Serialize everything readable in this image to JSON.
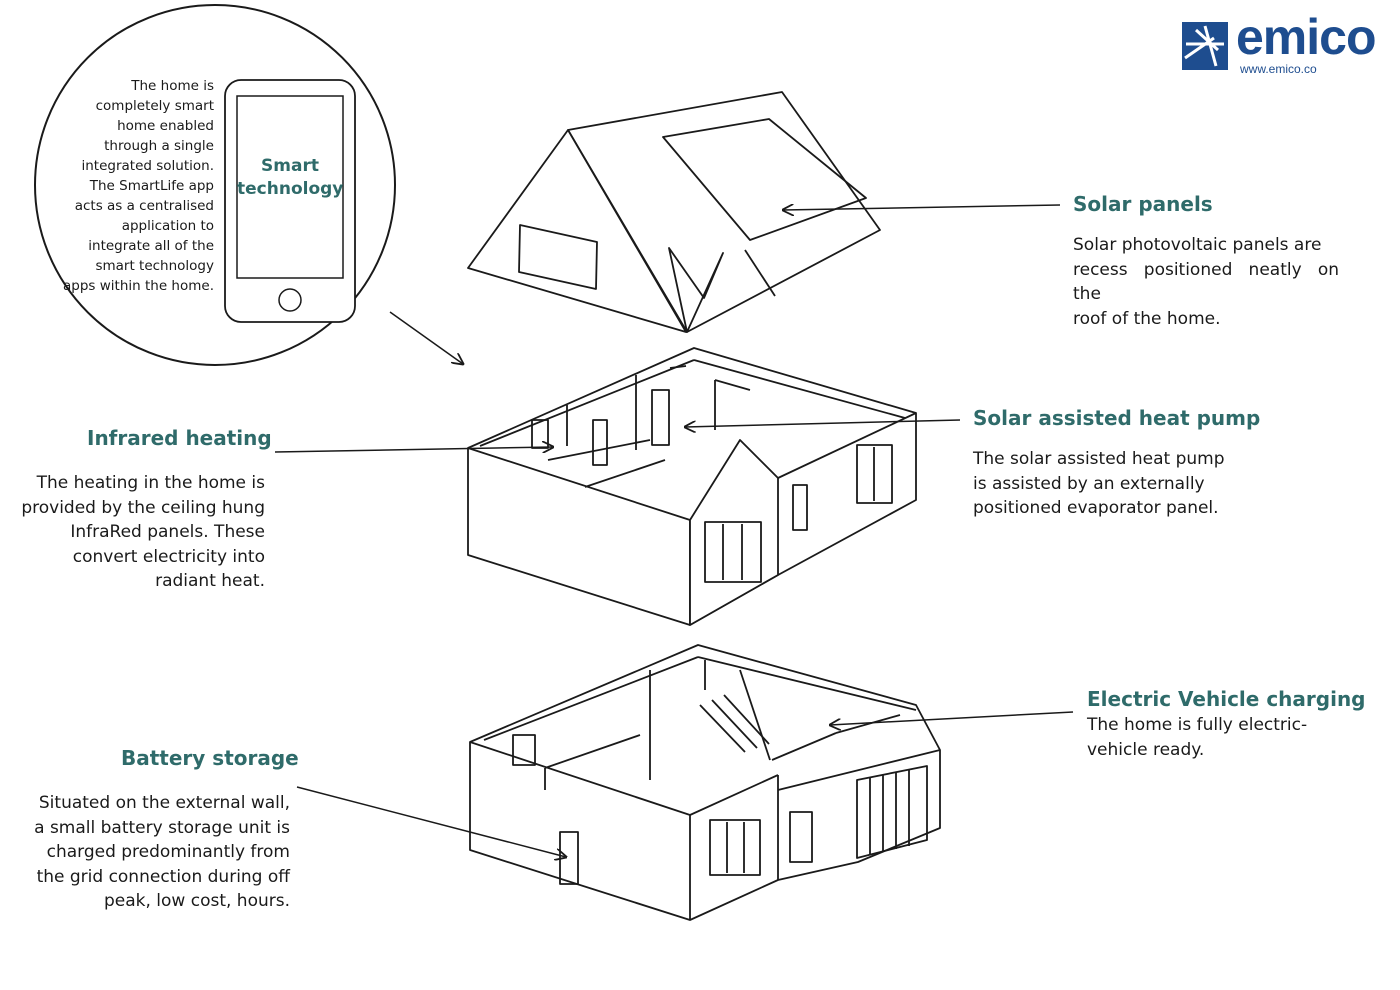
{
  "logo": {
    "name": "emico",
    "url": "www.emico.co",
    "color": "#1e4d8f"
  },
  "accent_color": "#2f6b6a",
  "smart_technology": {
    "phone_label": [
      "Smart",
      "technology"
    ],
    "description": [
      "The home is",
      "completely smart",
      "home enabled",
      "through a single",
      "integrated solution.",
      "The SmartLife app",
      "acts as a centralised",
      "application to",
      "integrate all of the",
      "smart technology",
      "apps within the home."
    ]
  },
  "solar_panels": {
    "title": "Solar panels",
    "description": [
      "Solar photovoltaic panels are",
      "recess positioned neatly on the",
      "roof of the home."
    ]
  },
  "infrared_heating": {
    "title": "Infrared heating",
    "description": [
      "The heating in the home is",
      "provided by the ceiling hung",
      "InfraRed panels. These",
      "convert electricity into",
      "radiant heat."
    ]
  },
  "heat_pump": {
    "title": "Solar assisted heat pump",
    "description": [
      "The solar assisted heat pump",
      "is assisted by an externally",
      "positioned evaporator panel."
    ]
  },
  "ev_charging": {
    "title": "Electric Vehicle charging",
    "description": [
      "The home is fully electric-",
      "vehicle ready."
    ]
  },
  "battery_storage": {
    "title": "Battery storage",
    "description": [
      "Situated on the external wall,",
      "a small battery storage unit is",
      "charged predominantly from",
      "the grid connection during off",
      "peak, low cost, hours."
    ]
  }
}
